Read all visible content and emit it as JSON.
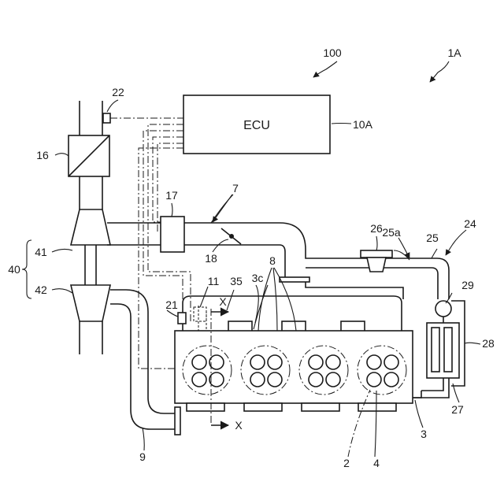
{
  "diagram": {
    "ecu_label": "ECU",
    "labels": {
      "system": "100",
      "figure": "1A",
      "ecu_ref": "10A",
      "sensor_22": "22",
      "filter_16": "16",
      "unit_17": "17",
      "intake_7": "7",
      "throttle_18": "18",
      "compressor_41": "41",
      "turbo_40": "40",
      "turbine_42": "42",
      "sensor_21": "21",
      "part_11": "11",
      "part_35": "35",
      "part_3c": "3c",
      "part_8": "8",
      "part_26": "26",
      "part_25a": "25a",
      "part_25": "25",
      "part_24": "24",
      "pump_29": "29",
      "radiator_28": "28",
      "part_27": "27",
      "part_3": "3",
      "part_2": "2",
      "part_4": "4",
      "exhaust_9": "9",
      "section_x_top": "X",
      "section_x_bottom": "X"
    }
  }
}
